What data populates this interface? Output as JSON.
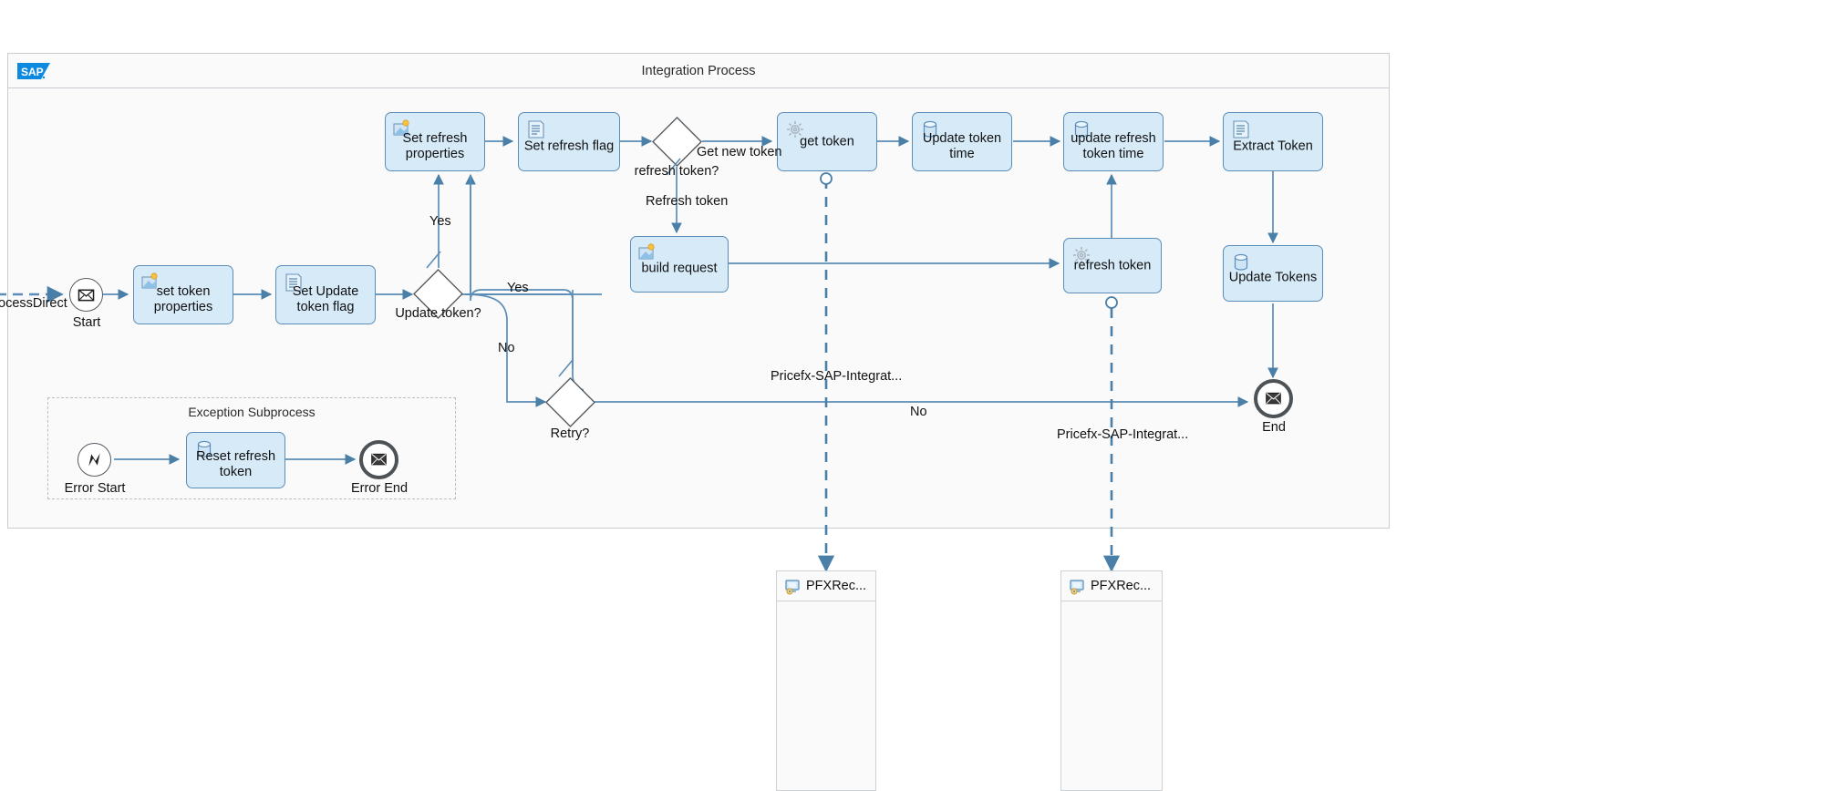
{
  "pool": {
    "title": "Integration Process",
    "logo_icon": "sap-logo"
  },
  "subprocess": {
    "title": "Exception Subprocess"
  },
  "inbound_channel": {
    "label": "ocessDirect"
  },
  "events": [
    {
      "id": "start",
      "caption": "Start",
      "type": "message-start-event",
      "icon": "envelope-icon"
    },
    {
      "id": "end",
      "caption": "End",
      "type": "message-end-event",
      "icon": "envelope-icon"
    },
    {
      "id": "err_start",
      "caption": "Error Start",
      "type": "error-start-event",
      "icon": "error-bolt-icon"
    },
    {
      "id": "err_end",
      "caption": "Error End",
      "type": "message-end-event",
      "icon": "envelope-icon"
    }
  ],
  "tasks": [
    {
      "id": "set_token_props",
      "label": "set token properties",
      "icon": "content-modifier-icon"
    },
    {
      "id": "set_update_flag",
      "label": "Set Update token flag",
      "icon": "script-icon"
    },
    {
      "id": "set_refresh_props",
      "label": "Set refresh properties",
      "icon": "content-modifier-icon"
    },
    {
      "id": "set_refresh_flag",
      "label": "Set refresh flag",
      "icon": "script-icon"
    },
    {
      "id": "get_token",
      "label": "get token",
      "icon": "gear-icon"
    },
    {
      "id": "update_token_time",
      "label": "Update token time",
      "icon": "datastore-icon"
    },
    {
      "id": "update_refresh_time",
      "label": "update refresh token time",
      "icon": "datastore-icon"
    },
    {
      "id": "extract_token",
      "label": "Extract Token",
      "icon": "script-icon"
    },
    {
      "id": "update_tokens",
      "label": "Update Tokens",
      "icon": "datastore-icon"
    },
    {
      "id": "build_request",
      "label": "build request",
      "icon": "content-modifier-icon"
    },
    {
      "id": "refresh_token",
      "label": "refresh token",
      "icon": "gear-icon"
    },
    {
      "id": "reset_refresh",
      "label": "Reset refresh token",
      "icon": "datastore-icon"
    }
  ],
  "gateways": [
    {
      "id": "gw_refresh",
      "caption": "refresh token?"
    },
    {
      "id": "gw_update",
      "caption": "Update token?"
    },
    {
      "id": "gw_retry",
      "caption": "Retry?"
    }
  ],
  "edge_labels": [
    {
      "id": "lbl_get_new_token",
      "text": "Get new token"
    },
    {
      "id": "lbl_refresh_token",
      "text": "Refresh token"
    },
    {
      "id": "lbl_yes_up",
      "text": "Yes"
    },
    {
      "id": "lbl_yes_right",
      "text": "Yes"
    },
    {
      "id": "lbl_no_down",
      "text": "No"
    },
    {
      "id": "lbl_no_end",
      "text": "No"
    },
    {
      "id": "lbl_pricefx_1",
      "text": "Pricefx-SAP-Integrat..."
    },
    {
      "id": "lbl_pricefx_2",
      "text": "Pricefx-SAP-Integrat..."
    }
  ],
  "participants": [
    {
      "id": "pfx_1",
      "label": "PFXRec...",
      "icon": "receiver-icon"
    },
    {
      "id": "pfx_2",
      "label": "PFXRec...",
      "icon": "receiver-icon"
    }
  ],
  "colors": {
    "task_fill": "#d6eaf8",
    "task_stroke": "#5b8db8",
    "connector": "#5b8db8",
    "message_flow": "#4a7fa8",
    "pool_bg": "#fafafa",
    "pool_border": "#c8cdd3",
    "sap_blue": "#0d8ae0"
  }
}
